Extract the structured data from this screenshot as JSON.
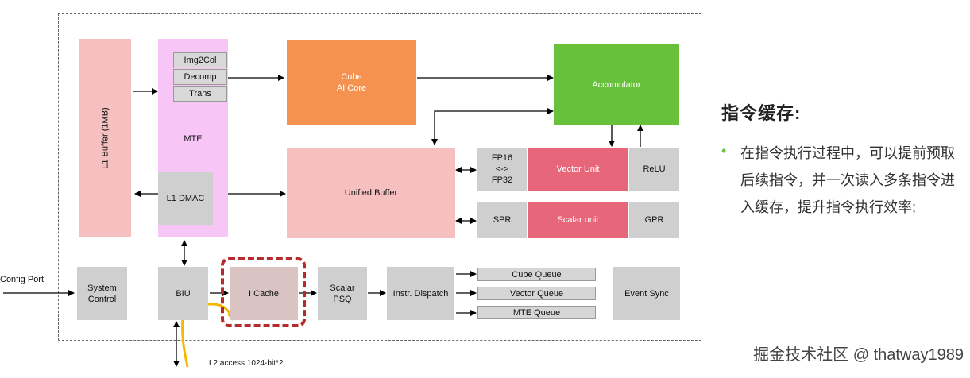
{
  "blocks": {
    "l1_buffer": "L1 Buffer (1MB)",
    "mte": "MTE",
    "img2col": "Img2Col",
    "decomp": "Decomp",
    "trans": "Trans",
    "l1_dmac": "L1 DMAC",
    "cube": "Cube\nAI Core",
    "accumulator": "Accumulator",
    "unified_buffer": "Unified Buffer",
    "fp16": "FP16\n<->\nFP32",
    "vector_unit": "Vector Unit",
    "relu": "ReLU",
    "spr": "SPR",
    "scalar_unit": "Scalar unit",
    "gpr": "GPR",
    "system_control": "System\nControl",
    "biu": "BIU",
    "icache": "I Cache",
    "scalar_psq": "Scalar\nPSQ",
    "instr_dispatch": "Instr. Dispatch",
    "cube_queue": "Cube Queue",
    "vector_queue": "Vector Queue",
    "mte_queue": "MTE Queue",
    "event_sync": "Event Sync"
  },
  "labels": {
    "config_port": "Config Port",
    "l2_access": "L2 access 1024-bit*2"
  },
  "side": {
    "title": "指令缓存:",
    "bullet": "在指令执行过程中，可以提前预取后续指令，并一次读入多条指令进入缓存，提升指令执行效率;"
  },
  "watermark": "掘金技术社区 @ thatway1989",
  "colors": {
    "highlight_border": "#b52a2a",
    "l2_arrow": "#f5b800",
    "bullet": "#6cc04a"
  }
}
